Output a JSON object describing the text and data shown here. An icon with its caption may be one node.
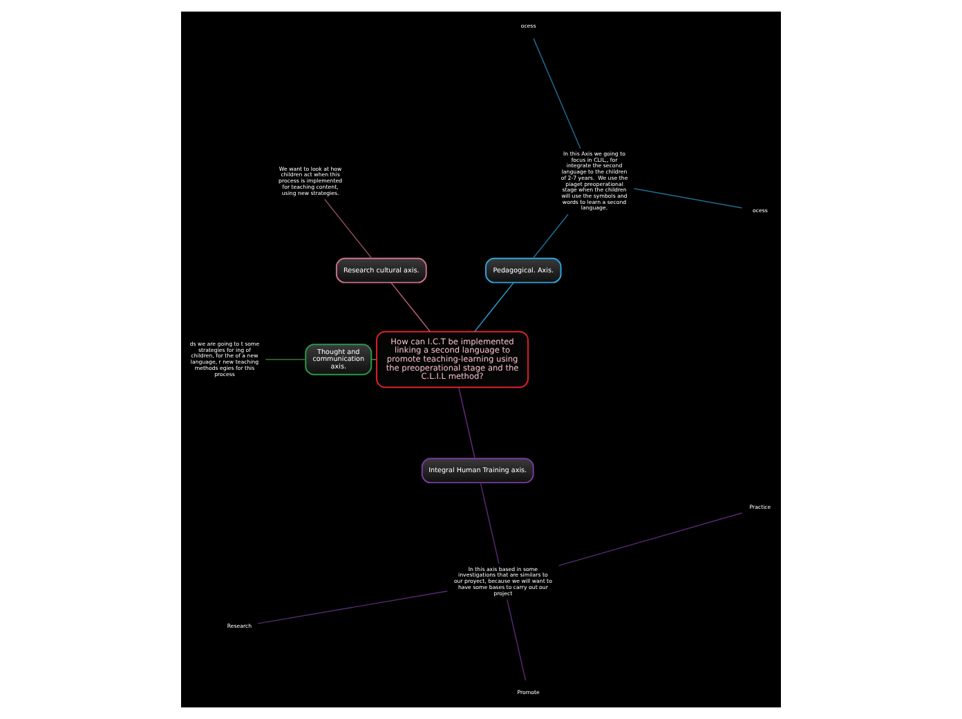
{
  "diagram": {
    "nodes": [
      {
        "text": [
          "How can I.C.T be implemented linking a second language to promote teaching-learning using the preoperational stage and the C.L.I.L method?"
        ]
      },
      {
        "text": [
          "Pedagogical. Axis."
        ]
      },
      {
        "text": [
          "In this Axis we going to focus in CLIL,, for integrate the second language to the children of 2-7 years.  We use the piaget preoperational stage when the children will use the symbols and words to learn a second language."
        ]
      },
      {
        "text": [
          "ocess"
        ]
      },
      {
        "text": [
          "ocess"
        ]
      },
      {
        "text": [
          "Research cultural axis."
        ]
      },
      {
        "text": [
          "We want to look at how children act when this process is implemented for teaching content, using new strategies."
        ]
      },
      {
        "text": [
          "Thought and communication axis."
        ]
      },
      {
        "text": [
          "ds we are going to t some strategies for ing of children, for the of a new language, r new teaching methods egies for this process"
        ]
      },
      {
        "text": [
          "Integral Human Training axis."
        ]
      },
      {
        "text": [
          "In this axis based in some investigations that are similars to our proyect, because we will want to have some bases to carry out our project"
        ]
      },
      {
        "text": [
          "Research"
        ]
      },
      {
        "text": [
          "Promote"
        ]
      },
      {
        "text": [
          "Practice"
        ]
      }
    ],
    "edges": [
      {
        "from": 0,
        "to": 1,
        "arrow": "none",
        "color": "#2a9fd6"
      },
      {
        "from": 1,
        "to": 2,
        "arrow": "none",
        "color": "#1f6f96"
      },
      {
        "from": 2,
        "to": 3,
        "arrow": "none",
        "color": "#1f6f96"
      },
      {
        "from": 2,
        "to": 4,
        "arrow": "none",
        "color": "#1f6f96"
      },
      {
        "from": 0,
        "to": 5,
        "arrow": "none",
        "color": "#c0607e"
      },
      {
        "from": 5,
        "to": 6,
        "arrow": "none",
        "color": "#8a4a5e"
      },
      {
        "from": 0,
        "to": 7,
        "arrow": "none",
        "color": "#4c9a3a"
      },
      {
        "from": 7,
        "to": 8,
        "arrow": "none",
        "color": "#3a7a2e"
      },
      {
        "from": 0,
        "to": 9,
        "arrow": "none",
        "color": "#6a2a8c"
      },
      {
        "from": 9,
        "to": 10,
        "arrow": "none",
        "color": "#5a2a76"
      },
      {
        "from": 10,
        "to": 11,
        "arrow": "none",
        "color": "#5a2a76"
      },
      {
        "from": 10,
        "to": 12,
        "arrow": "none",
        "color": "#5a2a76"
      },
      {
        "from": 10,
        "to": 13,
        "arrow": "none",
        "color": "#5a2a76"
      }
    ]
  }
}
